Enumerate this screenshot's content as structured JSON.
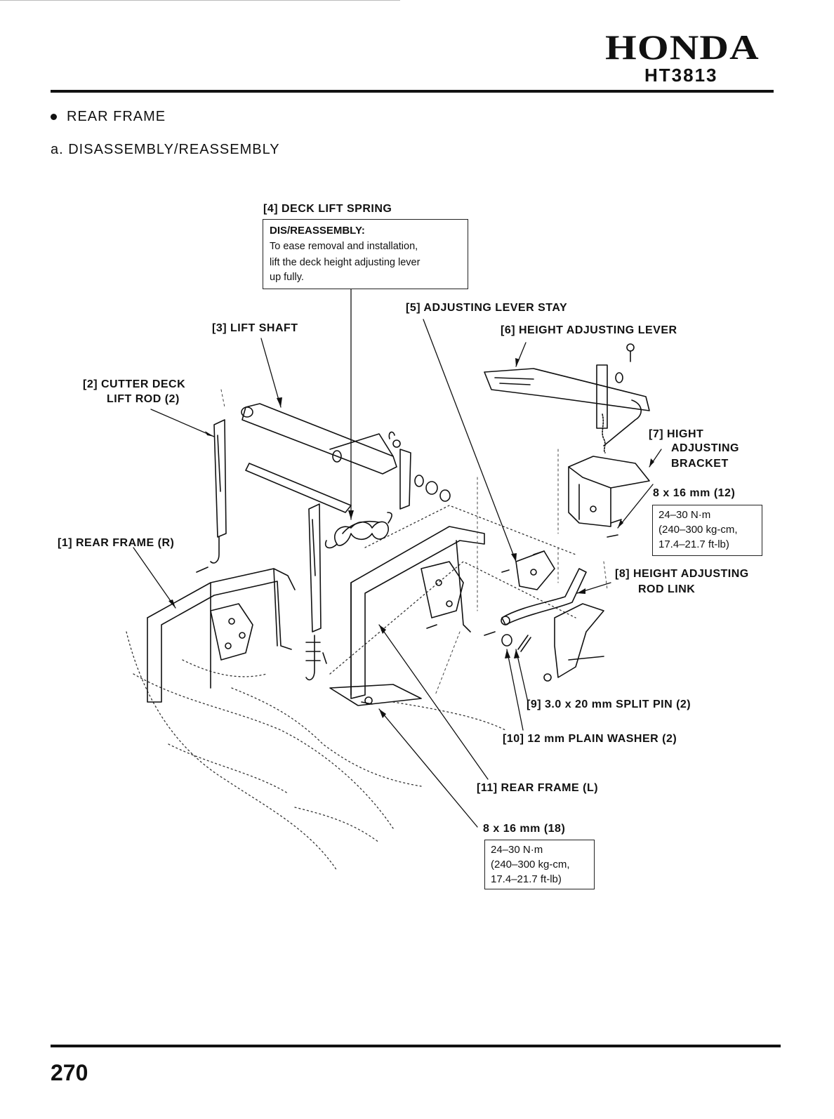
{
  "header": {
    "brand": "HONDA",
    "model": "HT3813"
  },
  "section": {
    "title": "REAR FRAME",
    "subtitle": "a. DISASSEMBLY/REASSEMBLY"
  },
  "callouts": {
    "c1": "[1] REAR FRAME (R)",
    "c2a": "[2] CUTTER DECK",
    "c2b": "LIFT ROD (2)",
    "c3": "[3] LIFT SHAFT",
    "c4": "[4] DECK LIFT SPRING",
    "c5": "[5] ADJUSTING LEVER STAY",
    "c6": "[6] HEIGHT ADJUSTING LEVER",
    "c7a": "[7] HIGHT",
    "c7b": "ADJUSTING",
    "c7c": "BRACKET",
    "c8a": "[8] HEIGHT ADJUSTING",
    "c8b": "ROD LINK",
    "c9": "[9] 3.0 x 20 mm SPLIT PIN (2)",
    "c10": "[10] 12 mm PLAIN WASHER (2)",
    "c11": "[11] REAR FRAME (L)",
    "bolt_a": "8 x 16 mm (12)",
    "bolt_b": "8 x 16 mm (18)"
  },
  "note": {
    "heading": "DIS/REASSEMBLY:",
    "l1": "To ease removal and installation,",
    "l2": "lift the deck height adjusting lever",
    "l3": "up fully."
  },
  "torque_a": {
    "l1": "24–30 N·m",
    "l2": "(240–300 kg-cm,",
    "l3": "17.4–21.7 ft-lb)"
  },
  "torque_b": {
    "l1": "24–30 N·m",
    "l2": "(240–300 kg-cm,",
    "l3": "17.4–21.7 ft-lb)"
  },
  "footer": {
    "page": "270"
  }
}
